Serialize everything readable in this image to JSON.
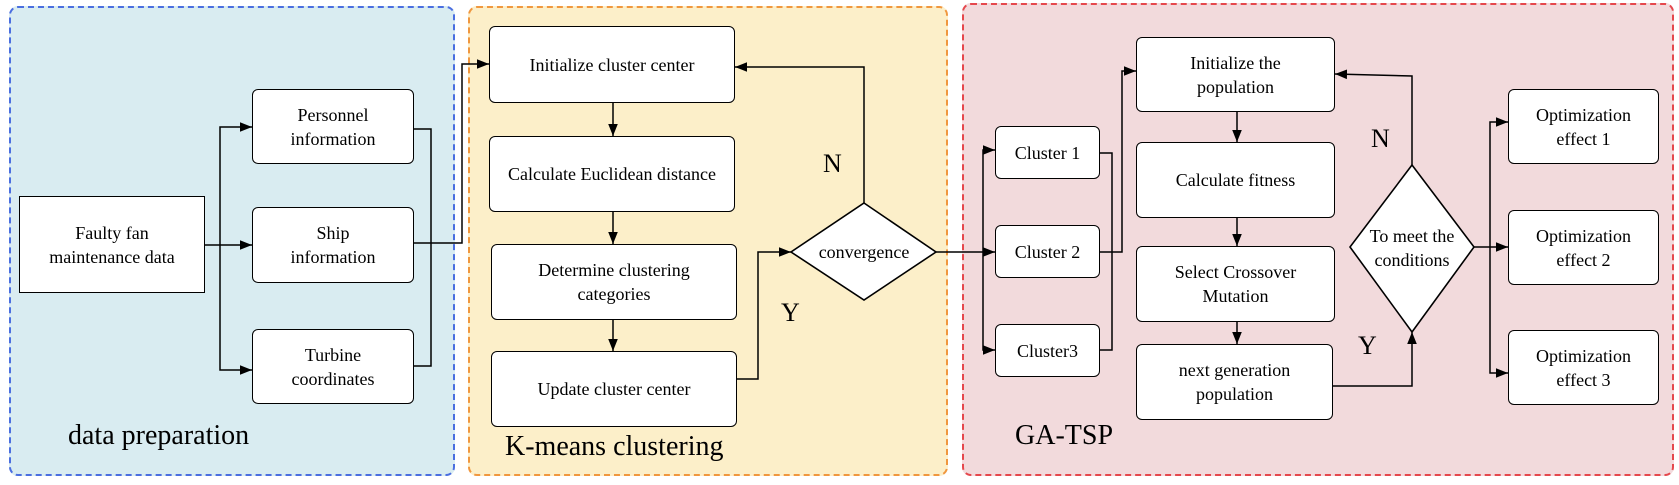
{
  "panels": {
    "data_preparation": {
      "label": "data preparation",
      "border_color": "#4a6ee0",
      "fill": "#d9ecf1"
    },
    "kmeans": {
      "label": "K-means clustering",
      "border_color": "#f0973e",
      "fill": "#fcefc9"
    },
    "gatsp": {
      "label": "GA-TSP",
      "border_color": "#e5484d",
      "fill": "#f2dadc"
    }
  },
  "data_prep": {
    "source": "Faulty fan\nmaintenance data",
    "personnel": "Personnel\ninformation",
    "ship": "Ship\ninformation",
    "turbine": "Turbine\ncoordinates"
  },
  "kmeans": {
    "init": "Initialize cluster center",
    "euclid": "Calculate Euclidean distance",
    "determine": "Determine clustering\ncategories",
    "update": "Update cluster center",
    "convergence": "convergence",
    "n_label": "N",
    "y_label": "Y"
  },
  "clusters": [
    "Cluster 1",
    "Cluster 2",
    "Cluster3"
  ],
  "ga": {
    "init": "Initialize the\npopulation",
    "fitness": "Calculate fitness",
    "select": "Select Crossover\nMutation",
    "next_gen": "next generation\npopulation",
    "conditions": "To meet the\nconditions",
    "n_label": "N",
    "y_label": "Y"
  },
  "effects": [
    "Optimization\neffect 1",
    "Optimization\neffect 2",
    "Optimization\neffect 3"
  ]
}
